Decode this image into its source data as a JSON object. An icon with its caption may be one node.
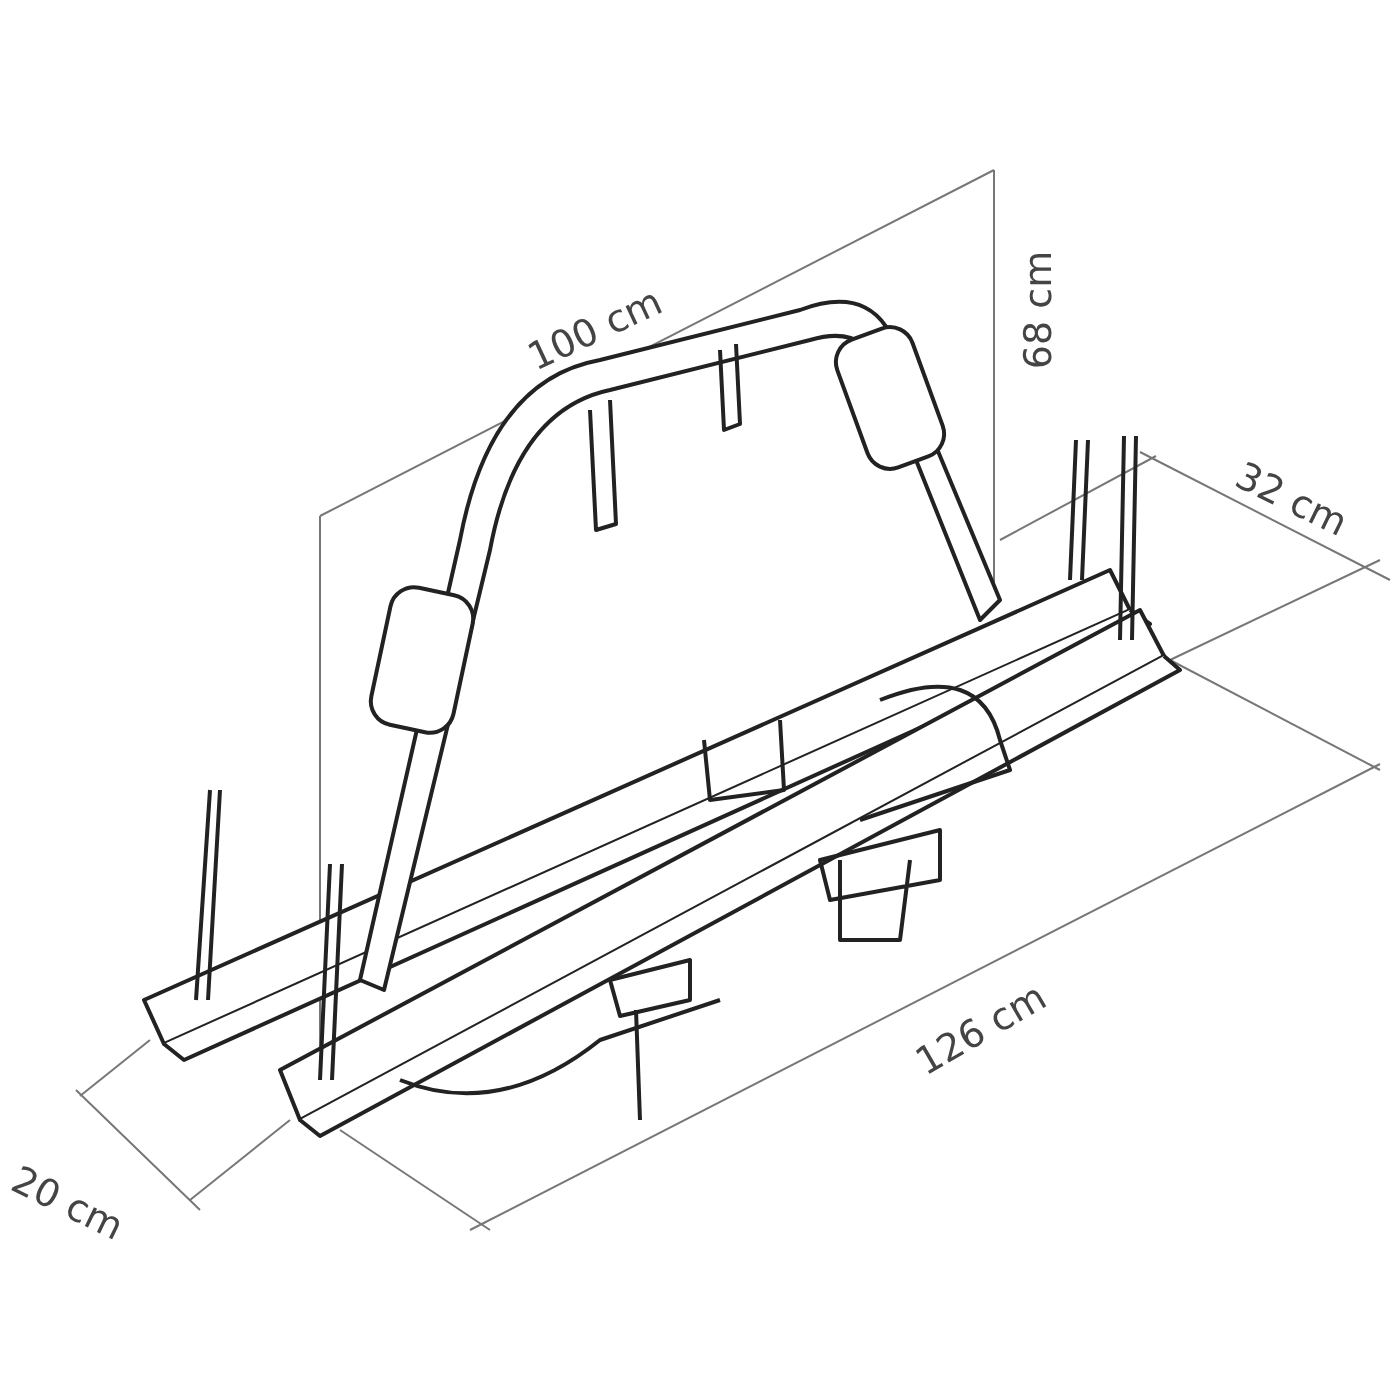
{
  "diagram": {
    "labels": [
      "100 cm",
      "68 cm",
      "32 cm",
      "126 cm",
      "20 cm"
    ]
  }
}
